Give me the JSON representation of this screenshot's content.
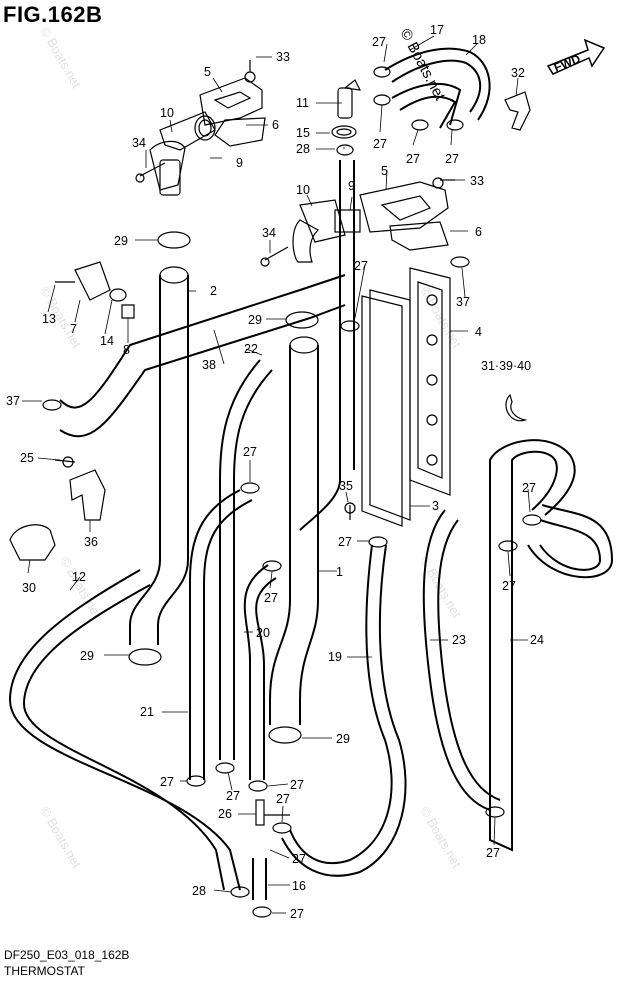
{
  "title": "FIG.162B",
  "footer": {
    "code": "DF250_E03_018_162B",
    "name": "THERMOSTAT"
  },
  "watermark": "© Boats.net",
  "fwd_label": "FWD",
  "callouts": {
    "c1": "1",
    "c2": "2",
    "c3": "3",
    "c4": "4",
    "c5a": "5",
    "c5b": "5",
    "c6a": "6",
    "c6b": "6",
    "c7": "7",
    "c8": "8",
    "c9a": "9",
    "c9b": "9",
    "c10a": "10",
    "c10b": "10",
    "c11": "11",
    "c12": "12",
    "c13": "13",
    "c14": "14",
    "c15": "15",
    "c16": "16",
    "c17": "17",
    "c18": "18",
    "c19": "19",
    "c20": "20",
    "c21": "21",
    "c22": "22",
    "c23": "23",
    "c24": "24",
    "c25": "25",
    "c26": "26",
    "c27a": "27",
    "c27b": "27",
    "c27c": "27",
    "c27d": "27",
    "c27e": "27",
    "c27f": "27",
    "c27g": "27",
    "c27h": "27",
    "c27i": "27",
    "c27j": "27",
    "c27k": "27",
    "c27l": "27",
    "c27m": "27",
    "c27n": "27",
    "c27o": "27",
    "c27p": "27",
    "c27q": "27",
    "c27r": "27",
    "c28a": "28",
    "c28b": "28",
    "c29a": "29",
    "c29b": "29",
    "c29c": "29",
    "c29d": "29",
    "c30": "30",
    "c3139": "31·39·40",
    "c32": "32",
    "c33a": "33",
    "c33b": "33",
    "c34a": "34",
    "c34b": "34",
    "c35": "35",
    "c36": "36",
    "c37a": "37",
    "c37b": "37",
    "c38": "38"
  }
}
